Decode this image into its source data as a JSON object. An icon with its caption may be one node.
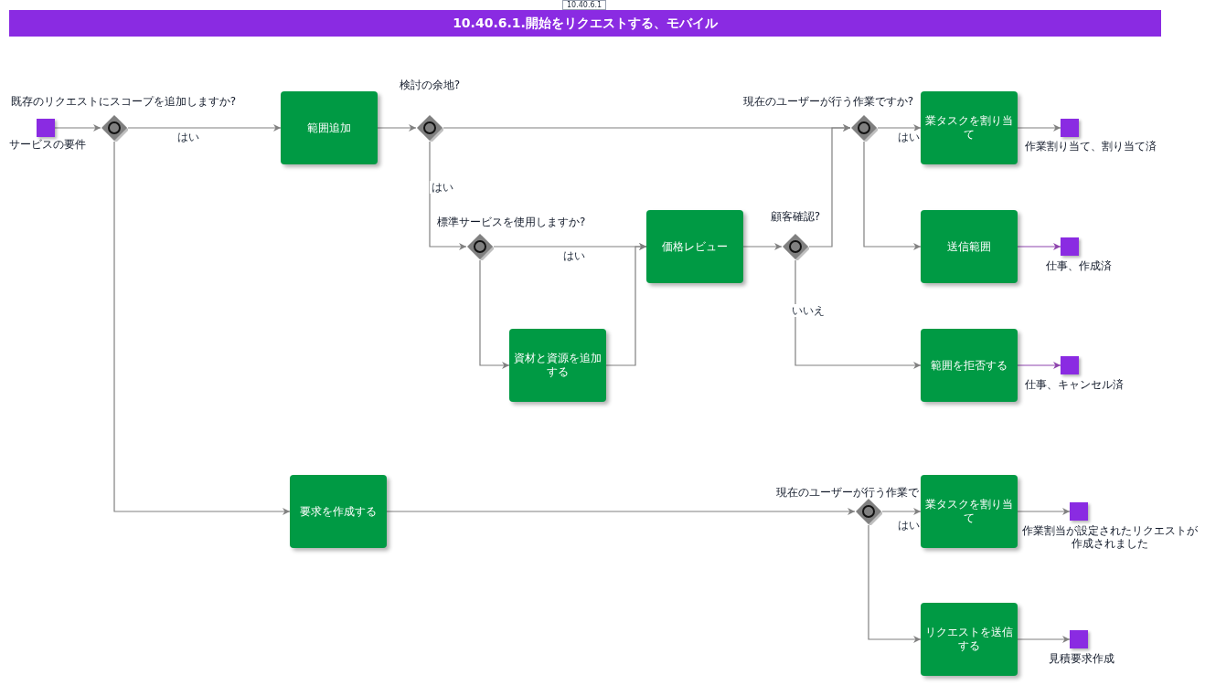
{
  "diagram": {
    "title": "10.40.6.1.開始をリクエストする、モバイル",
    "nodes": [
      {
        "text": [],
        "shape": "box",
        "beside": [
          "サービスの要件"
        ]
      },
      {
        "text": [],
        "shape": "diamond",
        "beside": [
          "既存のリクエストにスコープを追加しますか?"
        ]
      },
      {
        "text": [
          "範囲追加"
        ]
      },
      {
        "text": [],
        "shape": "diamond",
        "beside": [
          "検討の余地?"
        ]
      },
      {
        "text": [],
        "shape": "diamond",
        "beside": [
          "標準サービスを使用しますか?"
        ]
      },
      {
        "text": [
          "価格レビュー"
        ]
      },
      {
        "text": [
          "資材と資源を追加する"
        ]
      },
      {
        "text": [],
        "shape": "diamond",
        "beside": [
          "顧客確認?"
        ]
      },
      {
        "text": [],
        "shape": "diamond",
        "beside": [
          "現在のユーザーが行う作業ですか?"
        ]
      },
      {
        "text": [
          "業タスクを割り当て"
        ]
      },
      {
        "text": [],
        "shape": "box",
        "beside": [
          "作業割り当て、割り当て済"
        ]
      },
      {
        "text": [
          "送信範囲"
        ]
      },
      {
        "text": [],
        "shape": "box",
        "beside": [
          "仕事、作成済"
        ]
      },
      {
        "text": [
          "範囲を拒否する"
        ]
      },
      {
        "text": [],
        "shape": "box",
        "beside": [
          "仕事、キャンセル済"
        ]
      },
      {
        "text": [
          "要求を作成する"
        ]
      },
      {
        "text": [],
        "shape": "diamond",
        "beside": [
          "現在のユーザーが行う作業で"
        ]
      },
      {
        "text": [
          "業タスクを割り当て"
        ]
      },
      {
        "text": [],
        "shape": "box",
        "beside": [
          "作業割当が設定されたリクエストが作成されました"
        ]
      },
      {
        "text": [
          "リクエストを送信する"
        ]
      },
      {
        "text": [],
        "shape": "box",
        "beside": [
          "見積要求作成"
        ]
      }
    ],
    "edges": [
      {
        "from": 0,
        "to": 1,
        "arrow": "to"
      },
      {
        "from": 1,
        "to": 2,
        "arrow": "to",
        "label": "はい"
      },
      {
        "from": 1,
        "to": 15,
        "arrow": "to"
      },
      {
        "from": 2,
        "to": 3,
        "arrow": "to"
      },
      {
        "from": 3,
        "to": 8,
        "arrow": "to"
      },
      {
        "from": 3,
        "to": 4,
        "arrow": "to",
        "label": "はい"
      },
      {
        "from": 4,
        "to": 5,
        "arrow": "to",
        "label": "はい"
      },
      {
        "from": 4,
        "to": 6,
        "arrow": "to"
      },
      {
        "from": 6,
        "to": 5,
        "arrow": "to"
      },
      {
        "from": 5,
        "to": 7,
        "arrow": "to"
      },
      {
        "from": 7,
        "to": 8,
        "arrow": "to"
      },
      {
        "from": 7,
        "to": 13,
        "arrow": "to",
        "label": "いいえ"
      },
      {
        "from": 8,
        "to": 9,
        "arrow": "to",
        "label": "はい"
      },
      {
        "from": 8,
        "to": 11,
        "arrow": "to"
      },
      {
        "from": 9,
        "to": 10,
        "arrow": "to"
      },
      {
        "from": 11,
        "to": 12,
        "arrow": "to",
        "color": "#8e44ad"
      },
      {
        "from": 13,
        "to": 14,
        "arrow": "to",
        "color": "#8e44ad"
      },
      {
        "from": 15,
        "to": 16,
        "arrow": "to"
      },
      {
        "from": 16,
        "to": 17,
        "arrow": "to",
        "label": "はい"
      },
      {
        "from": 16,
        "to": 19,
        "arrow": "to"
      },
      {
        "from": 17,
        "to": 18,
        "arrow": "to"
      },
      {
        "from": 19,
        "to": 20,
        "arrow": "to"
      }
    ],
    "labels": [
      "10.40.6.1"
    ]
  }
}
